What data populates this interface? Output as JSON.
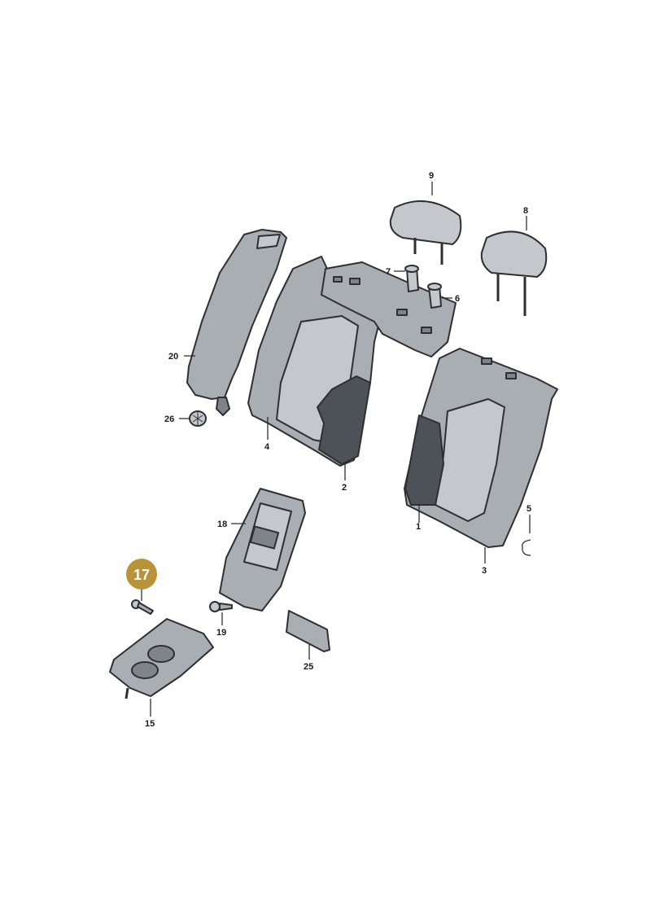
{
  "callouts": [
    {
      "id": "p1",
      "label": "1"
    },
    {
      "id": "p2",
      "label": "2"
    },
    {
      "id": "p3",
      "label": "3"
    },
    {
      "id": "p4",
      "label": "4"
    },
    {
      "id": "p5",
      "label": "5"
    },
    {
      "id": "p6",
      "label": "6"
    },
    {
      "id": "p7",
      "label": "7"
    },
    {
      "id": "p8",
      "label": "8"
    },
    {
      "id": "p9",
      "label": "9"
    },
    {
      "id": "p15",
      "label": "15"
    },
    {
      "id": "p18",
      "label": "18"
    },
    {
      "id": "p19",
      "label": "19"
    },
    {
      "id": "p20",
      "label": "20"
    },
    {
      "id": "p25",
      "label": "25"
    },
    {
      "id": "p26",
      "label": "26"
    }
  ],
  "highlight": {
    "label": "17",
    "color": "#b8933a"
  },
  "colors": {
    "outline": "#2e2f33",
    "part_light": "#c4c8cc",
    "part_mid": "#a9aeb3",
    "fabric": "#4d5258"
  }
}
